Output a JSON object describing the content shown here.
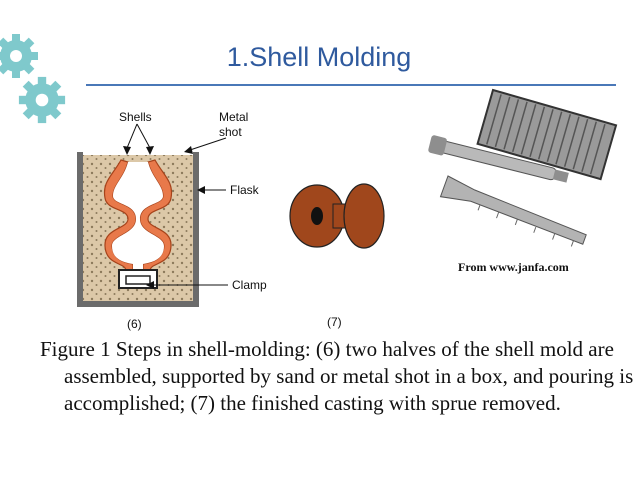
{
  "slide": {
    "title": "1.Shell Molding",
    "accent_color": "#2f5a9e",
    "decoration": "teal-gears-icon"
  },
  "figure": {
    "labels": {
      "shells": "Shells",
      "metal_shot_line1": "Metal",
      "metal_shot_line2": "shot",
      "flask": "Flask",
      "clamp": "Clamp",
      "step6": "(6)",
      "step7": "(7)"
    },
    "colors": {
      "shell": "#e8794a",
      "sand": "#dcc8a8",
      "flask": "#6b6b6b",
      "casting": "#a0471c"
    },
    "photo_credit": "From www.janfa.com"
  },
  "caption": "Figure 1  Steps in shell-molding: (6) two halves of the shell mold are assembled, supported by sand or metal shot in a box, and pouring is accomplished; (7) the finished casting with sprue removed."
}
